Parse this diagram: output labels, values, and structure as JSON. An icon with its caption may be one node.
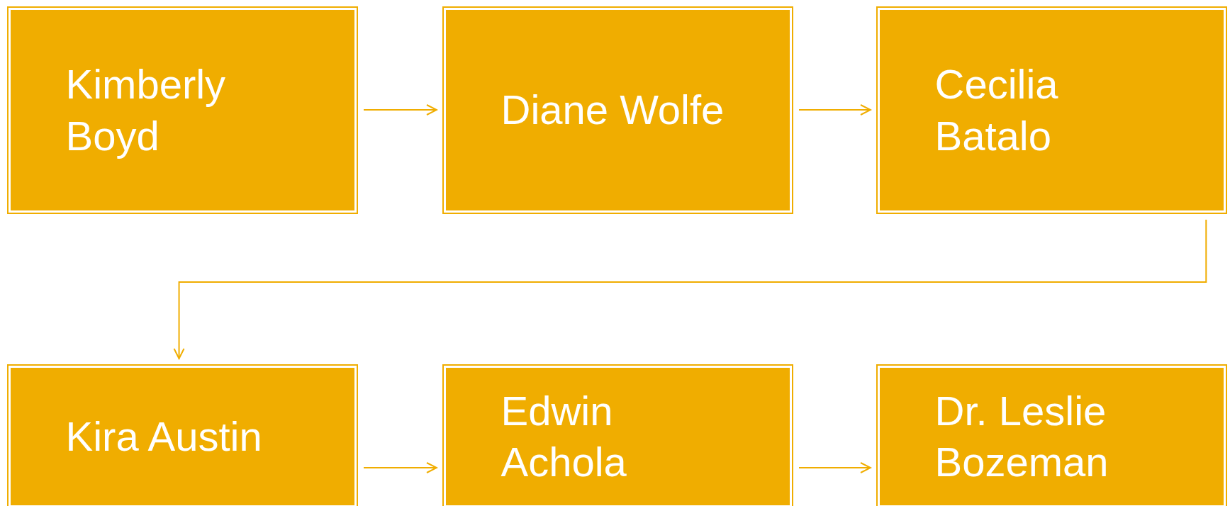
{
  "diagram": {
    "nodes": [
      {
        "text": [
          "Kimberly Boyd"
        ]
      },
      {
        "text": [
          "Diane Wolfe"
        ]
      },
      {
        "text": [
          "Cecilia Batalo"
        ]
      },
      {
        "text": [
          "Kira Austin"
        ]
      },
      {
        "text": [
          "Edwin Achola"
        ]
      },
      {
        "text": [
          "Dr. Leslie Bozeman"
        ]
      }
    ],
    "edges": [
      {
        "from": 0,
        "to": 1,
        "arrow": "to"
      },
      {
        "from": 1,
        "to": 2,
        "arrow": "to"
      },
      {
        "from": 2,
        "to": 3,
        "arrow": "to"
      },
      {
        "from": 3,
        "to": 4,
        "arrow": "to"
      },
      {
        "from": 4,
        "to": 5,
        "arrow": "to"
      }
    ]
  }
}
